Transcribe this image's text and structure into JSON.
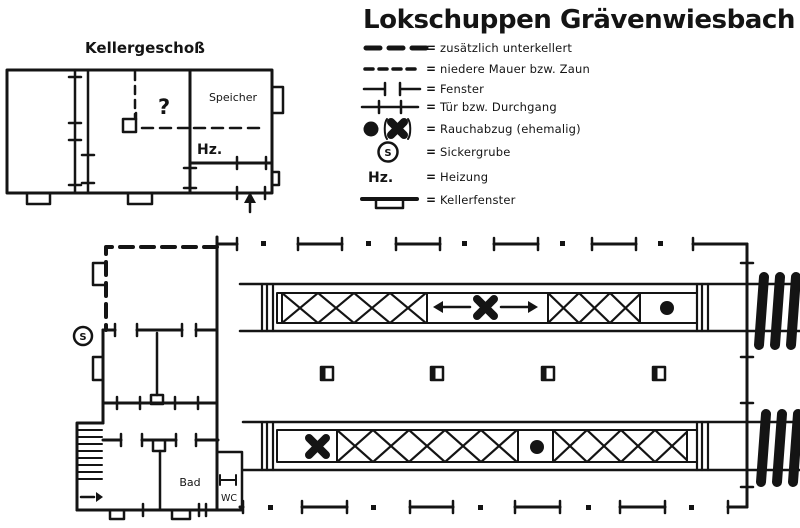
{
  "page": {
    "title": "Lokschuppen Grävenwiesbach"
  },
  "legend": {
    "separator": "=",
    "items": [
      {
        "icon": "underkellert-dash-icon",
        "label": "zusätzlich unterkellert"
      },
      {
        "icon": "low-wall-dash-icon",
        "label": "niedere Mauer bzw. Zaun"
      },
      {
        "icon": "window-symbol-icon",
        "label": "Fenster"
      },
      {
        "icon": "door-symbol-icon",
        "label": "Tür bzw. Durchgang"
      },
      {
        "icon": "smoke-vent-symbol-icon",
        "label": "Rauchabzug (ehemalig)"
      },
      {
        "icon": "seepage-pit-symbol-icon",
        "symbol_text": "S",
        "label": "Sickergrube"
      },
      {
        "icon": "heating-symbol-icon",
        "symbol_text": "Hz.",
        "label": "Heizung"
      },
      {
        "icon": "basement-window-symbol-icon",
        "label": "Kellerfenster"
      }
    ]
  },
  "basement": {
    "title": "Kellergeschoß",
    "labels": {
      "unknown": "?",
      "storage": "Speicher",
      "heating": "Hz."
    }
  },
  "main_plan": {
    "labels": {
      "bath": "Bad",
      "wc": "WC",
      "seepage_pit": "S"
    }
  },
  "colors": {
    "ink": "#141414",
    "paper": "#ffffff"
  }
}
